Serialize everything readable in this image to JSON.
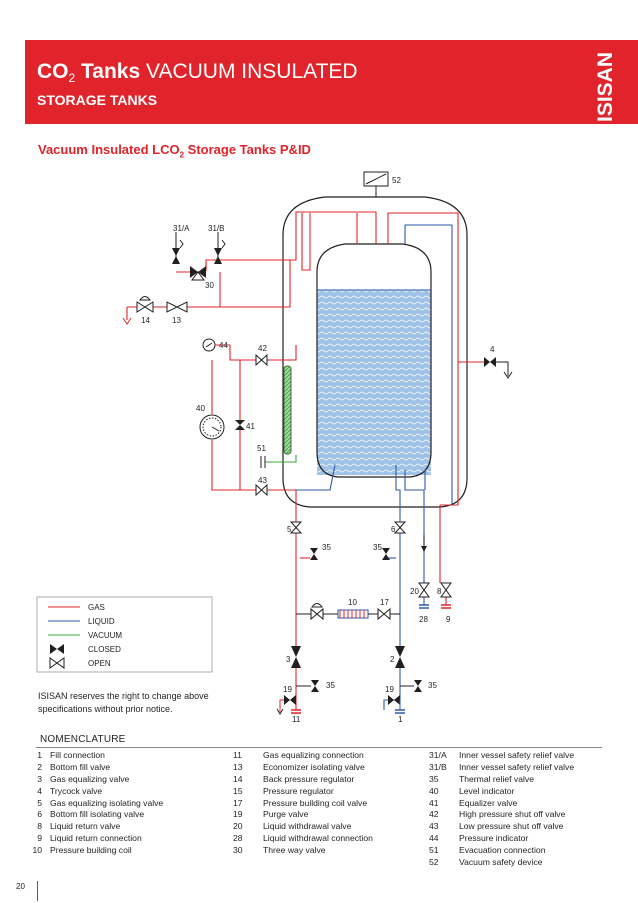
{
  "header": {
    "title_bold": "CO",
    "title_sub": "2",
    "title_bold2": " Tanks",
    "title_rest": " VACUUM INSULATED",
    "subtitle": "STORAGE TANKS",
    "logo": "ISISAN"
  },
  "diagram": {
    "title_a": "Vacuum Insulated LCO",
    "title_sub": "2",
    "title_b": " Storage Tanks P&ID",
    "labels": {
      "l52": "52",
      "l31a": "31/A",
      "l31b": "31/B",
      "l30": "30",
      "l14": "14",
      "l13": "13",
      "l44": "44",
      "l42": "42",
      "l4": "4",
      "l40": "40",
      "l41": "41",
      "l51": "51",
      "l43": "43",
      "l5": "5",
      "l6": "6",
      "l35a": "35",
      "l35b": "35",
      "l10": "10",
      "l17": "17",
      "l20": "20",
      "l8": "8",
      "l28": "28",
      "l9": "9",
      "l3": "3",
      "l2": "2",
      "l35c": "35",
      "l35d": "35",
      "l19a": "19",
      "l19b": "19",
      "l11": "11",
      "l1": "1"
    },
    "colors": {
      "gas": "#e1232b",
      "liquid": "#2e5aa8",
      "vacuum": "#39a935",
      "liquid_fill": "#9fc3e6"
    }
  },
  "legend": {
    "gas": "GAS",
    "liquid": "LIQUID",
    "vacuum": "VACUUM",
    "closed": "CLOSED",
    "open": "OPEN"
  },
  "disclaimer": "ISISAN reserves the right to change above specifications without prior notice.",
  "nomenclature": {
    "title": "NOMENCLATURE",
    "col1": [
      {
        "num": "1",
        "desc": "Fill connection"
      },
      {
        "num": "2",
        "desc": "Bottom fill valve"
      },
      {
        "num": "3",
        "desc": "Gas equalizing valve"
      },
      {
        "num": "4",
        "desc": "Trycock valve"
      },
      {
        "num": "5",
        "desc": "Gas equalizing isolating valve"
      },
      {
        "num": "6",
        "desc": "Bottom fill isolating valve"
      },
      {
        "num": "8",
        "desc": "Liquid return valve"
      },
      {
        "num": "9",
        "desc": "Liquid return connection"
      },
      {
        "num": "10",
        "desc": "Pressure building coil"
      }
    ],
    "col2": [
      {
        "num": "11",
        "desc": "Gas equalizing connection"
      },
      {
        "num": "13",
        "desc": "Economizer isolating valve"
      },
      {
        "num": "14",
        "desc": "Back pressure regulator"
      },
      {
        "num": "15",
        "desc": "Pressure regulator"
      },
      {
        "num": "17",
        "desc": "Pressure building coil valve"
      },
      {
        "num": "19",
        "desc": "Purge valve"
      },
      {
        "num": "20",
        "desc": "Liquid withdrawal valve"
      },
      {
        "num": "28",
        "desc": "Liquid withdrawal connection"
      },
      {
        "num": "30",
        "desc": "Three way valve"
      }
    ],
    "col3": [
      {
        "num": "31/A",
        "desc": "Inner vessel safety relief valve"
      },
      {
        "num": "31/B",
        "desc": "Inner vessel safety relief valve"
      },
      {
        "num": "35",
        "desc": "Thermal relief valve"
      },
      {
        "num": "40",
        "desc": "Level indicator"
      },
      {
        "num": "41",
        "desc": "Equalizer valve"
      },
      {
        "num": "42",
        "desc": "High pressure shut off valve"
      },
      {
        "num": "43",
        "desc": "Low pressure shut off valve"
      },
      {
        "num": "44",
        "desc": "Pressure indicator"
      },
      {
        "num": "51",
        "desc": "Evacuation connection"
      },
      {
        "num": "52",
        "desc": "Vacuum safety device"
      }
    ]
  },
  "page_number": "20"
}
